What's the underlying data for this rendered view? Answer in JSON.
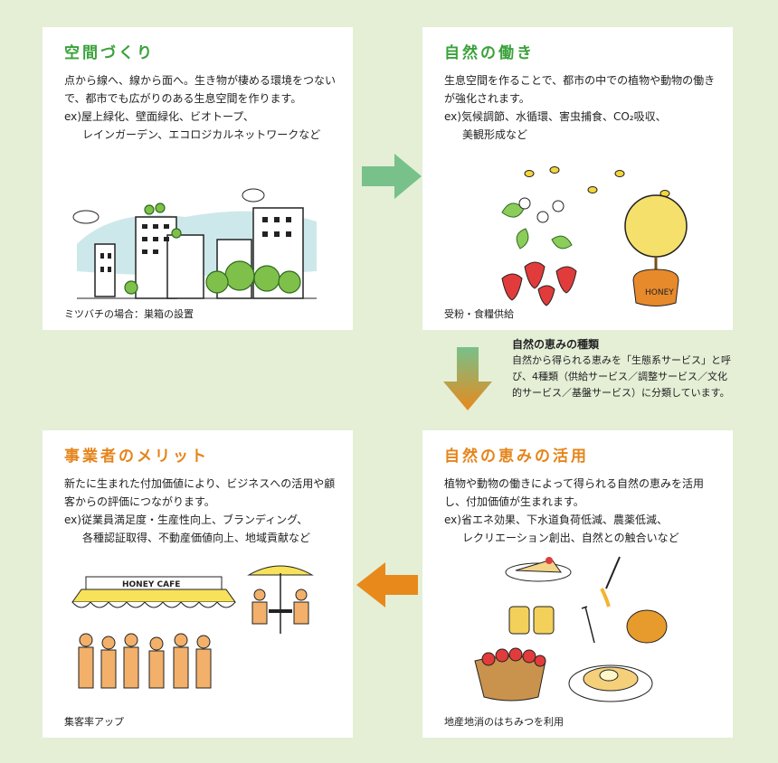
{
  "panels": {
    "space": {
      "title": "空間づくり",
      "body": "点から線へ、線から面へ。生き物が棲める環境をつないで、都市でも広がりのある生息空間を作ります。",
      "ex_line1": "ex)屋上緑化、壁面緑化、ビオトープ、",
      "ex_line2": "レインガーデン、エコロジカルネットワークなど",
      "caption": "ミツバチの場合：巣箱の設置"
    },
    "nature": {
      "title": "自然の働き",
      "body": "生息空間を作ることで、都市の中での植物や動物の働きが強化されます。",
      "ex_line1": "ex)気候調節、水循環、害虫捕食、CO₂吸収、",
      "ex_line2": "美観形成など",
      "caption": "受粉・食糧供給"
    },
    "use": {
      "title": "自然の恵みの活用",
      "body": "植物や動物の働きによって得られる自然の恵みを活用し、付加価値が生まれます。",
      "ex_line1": "ex)省エネ効果、下水道負荷低減、農薬低減、",
      "ex_line2": "レクリエーション創出、自然との触合いなど",
      "caption": "地産地消のはちみつを利用"
    },
    "merit": {
      "title": "事業者のメリット",
      "body": "新たに生まれた付加価値により、ビジネスへの活用や顧客からの評価につながります。",
      "ex_line1": "ex)従業員満足度・生産性向上、ブランディング、",
      "ex_line2": "各種認証取得、不動産価値向上、地域貢献など",
      "caption": "集客率アップ"
    }
  },
  "note": {
    "title": "自然の恵みの種類",
    "body": "自然から得られる恵みを「生態系サービス」と呼び、4種類（供給サービス／調整サービス／文化的サービス／基盤サービス）に分類しています。"
  },
  "illustration_text": {
    "cafe_sign": "HONEY CAFE",
    "pot_label": "HONEY"
  },
  "colors": {
    "background": "#e4efd6",
    "green": "#3aa23a",
    "orange": "#e5841a",
    "arrow_green": "#78c18a",
    "arrow_orange": "#e8891c"
  }
}
